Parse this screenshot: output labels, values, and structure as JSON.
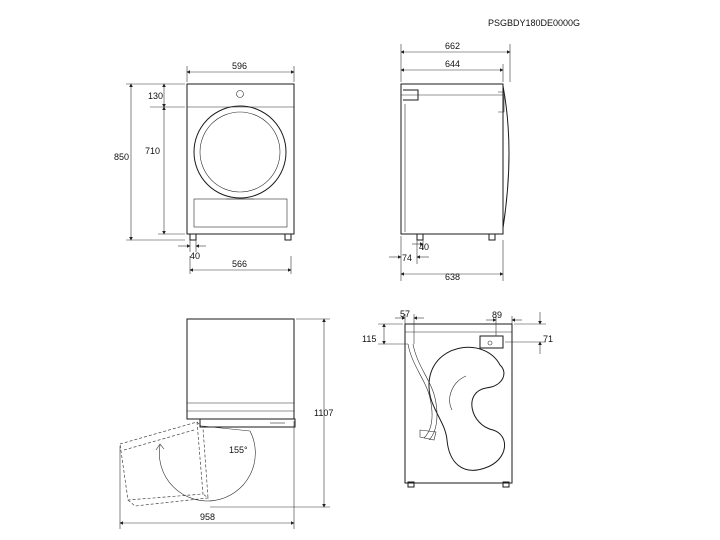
{
  "model_code": "PSGBDY180DE0000G",
  "dimensions": {
    "front_width_top": "596",
    "front_height_total": "850",
    "front_top_panel": "130",
    "front_body_height": "710",
    "front_foot_offset": "40",
    "front_width_bottom": "566",
    "side_depth_total": "662",
    "side_depth_body": "644",
    "side_foot_offset": "40",
    "side_foot_setback": "74",
    "side_depth_base": "638",
    "open_height_total": "1107",
    "open_door_angle": "155°",
    "open_depth_total": "958",
    "back_left_offset": "57",
    "back_left_height": "115",
    "back_right_offset": "89",
    "back_right_height": "71"
  }
}
